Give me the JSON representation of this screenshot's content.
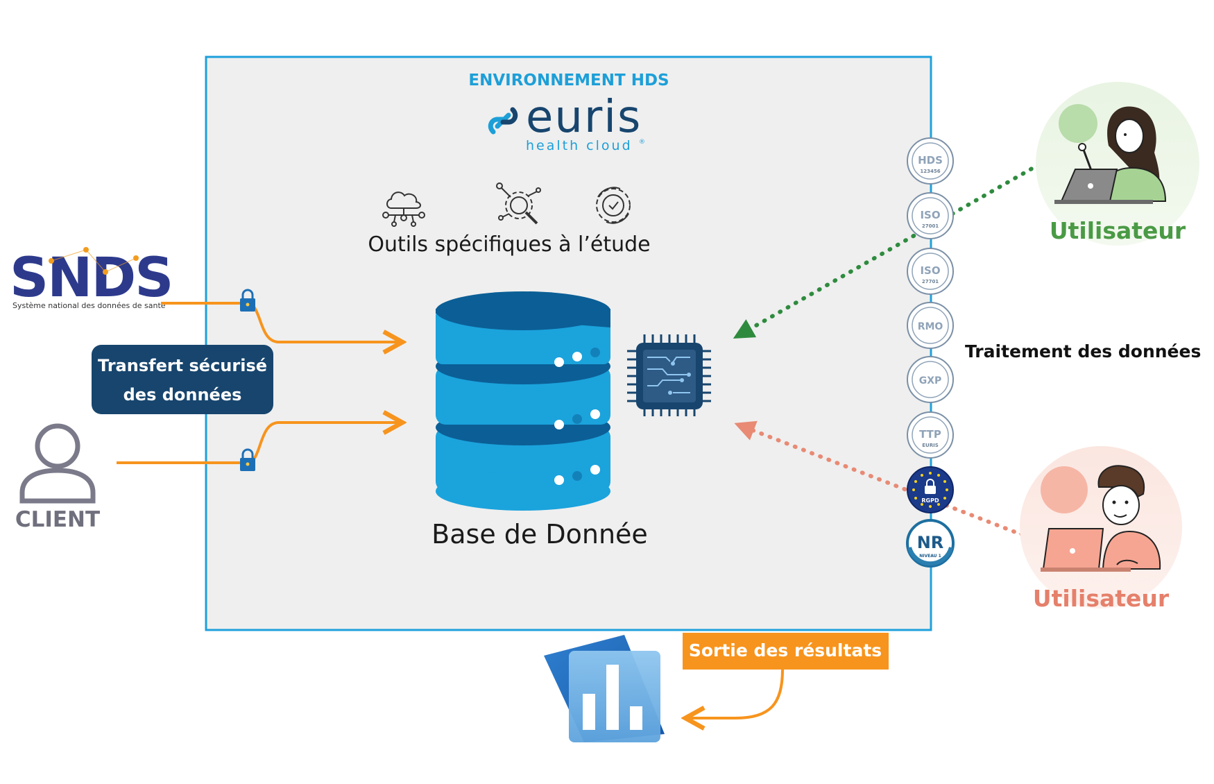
{
  "env": {
    "title": "ENVIRONNEMENT HDS",
    "logo_word": "euris",
    "logo_sub": "health cloud",
    "logo_reg": "®"
  },
  "tools": {
    "label": "Outils spécifiques à l’étude",
    "icons": [
      "cloud-network-icon",
      "gear-wrench-icon",
      "gear-check-icon"
    ]
  },
  "database": {
    "label": "Base de Donnée"
  },
  "snds": {
    "logo": "SNDS",
    "subtitle": "Système national des données de santé"
  },
  "transfer": {
    "line1": "Transfert sécurisé",
    "line2": "des données"
  },
  "client": {
    "label": "CLIENT"
  },
  "processing": {
    "label": "Traitement des données"
  },
  "users": {
    "top": {
      "label": "Utilisateur",
      "color": "#4a9a45"
    },
    "bottom": {
      "label": "Utilisateur",
      "color": "#e5806b"
    }
  },
  "output": {
    "label": "Sortie des résultats"
  },
  "badges": [
    {
      "text": "HDS",
      "sub": "123456",
      "name": "hds-badge"
    },
    {
      "text": "ISO",
      "sub": "27001",
      "name": "iso-27001-badge"
    },
    {
      "text": "ISO",
      "sub": "27701",
      "name": "iso-27701-badge"
    },
    {
      "text": "RMO",
      "sub": "",
      "name": "rmo-badge"
    },
    {
      "text": "GXP",
      "sub": "",
      "name": "gxp-badge"
    },
    {
      "text": "TTP",
      "sub": "EURIS",
      "name": "ttp-badge"
    },
    {
      "text": "RGPD",
      "sub": "",
      "name": "rgpd-badge"
    },
    {
      "text": "NR",
      "sub": "NIVEAU 1",
      "name": "nr-badge"
    }
  ],
  "colors": {
    "env_border": "#1ea0dc",
    "env_bg": "#efefef",
    "accent_blue": "#1d9fd8",
    "navy": "#17456e",
    "orange": "#f7941d",
    "green": "#2e8b3e",
    "salmon": "#e88a74",
    "db_dark": "#0b5f96",
    "db_light": "#1ba3dc"
  }
}
